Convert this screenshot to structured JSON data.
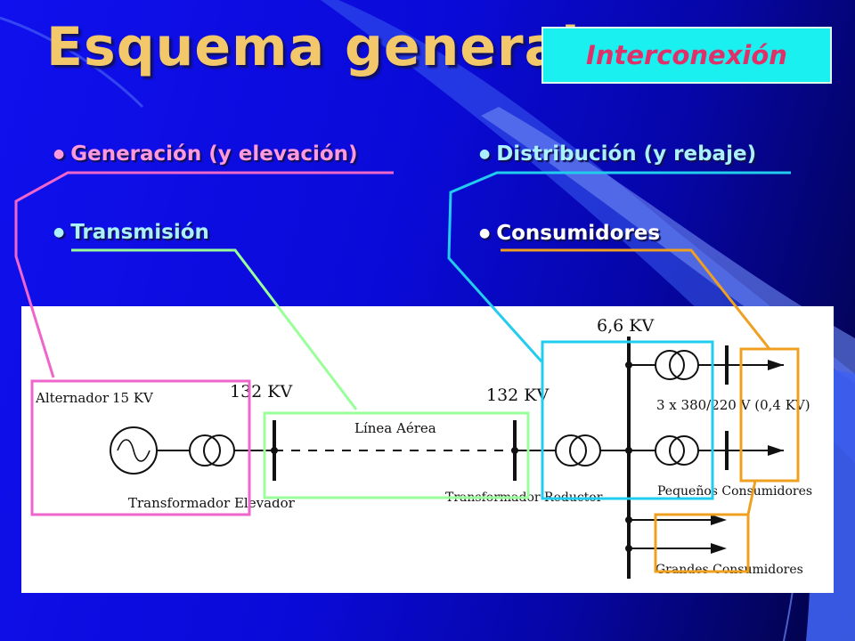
{
  "slide": {
    "title": "Esquema general",
    "badge": "Interconexión",
    "bullets": [
      {
        "text": "Generación (y elevación)",
        "color": "#ff99dd"
      },
      {
        "text": "Transmisión",
        "color": "#aaf0ff"
      },
      {
        "text": "Distribución (y rebaje)",
        "color": "#aaf0ff"
      },
      {
        "text": "Consumidores",
        "color": "#ffffff"
      }
    ]
  },
  "diagram": {
    "labels": {
      "alternador": "Alternador",
      "alternador_kv": "15 KV",
      "kv132_left": "132 KV",
      "kv132_right": "132 KV",
      "kv66": "6,6 KV",
      "linea_aerea": "Línea Aérea",
      "transformador_elevador": "Transformador Elevador",
      "transformador_reductor": "Transformador Reductor",
      "voltaje_consumo": "3 x 380/220 V (0,4 KV)",
      "pequenos_consumidores": "Pequeños Consumidores",
      "grandes_consumidores": "Grandes Consumidores"
    }
  },
  "colors": {
    "generacion": "#ee66cc",
    "transmision": "#99ff99",
    "distribucion": "#22ccee",
    "consumidores": "#f0a020",
    "title": "#f2c86a",
    "badge_bg": "#19f0ef",
    "badge_text": "#e0306a"
  }
}
